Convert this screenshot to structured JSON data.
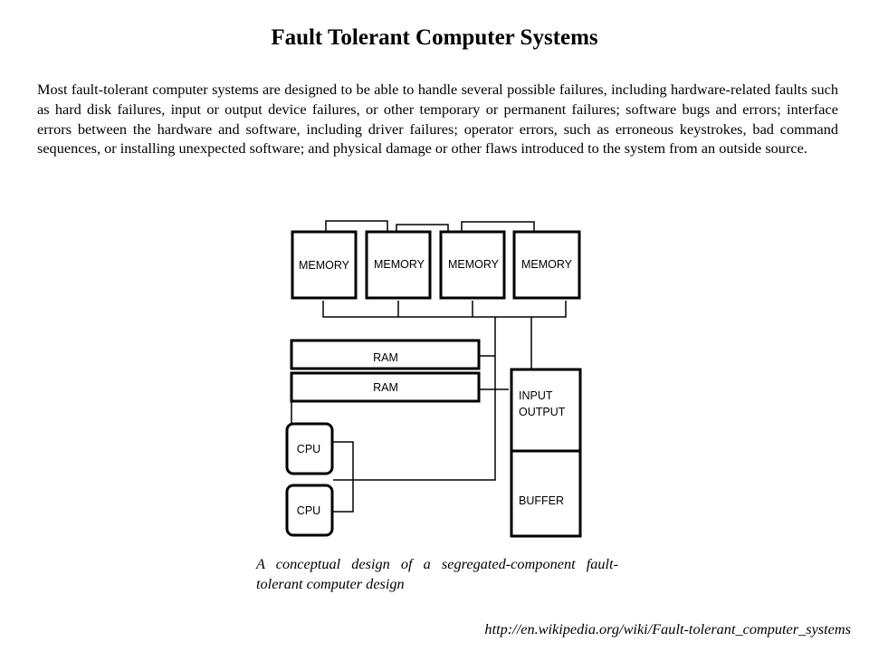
{
  "title": "Fault Tolerant Computer Systems",
  "paragraph": "Most fault-tolerant computer systems are designed to be able to handle several possible failures, including hardware-related faults such as hard disk failures, input or output device failures, or other temporary or permanent failures; software bugs and errors; interface errors between the hardware and software, including driver failures; operator errors, such as erroneous keystrokes, bad command sequences, or installing unexpected software; and physical damage or other flaws introduced to the system from an outside source.",
  "diagram": {
    "memory_labels": [
      "MEMORY",
      "MEMORY",
      "MEMORY",
      "MEMORY"
    ],
    "ram_labels": [
      "RAM",
      "RAM"
    ],
    "cpu_labels": [
      "CPU",
      "CPU"
    ],
    "io_label_line1": "INPUT",
    "io_label_line2": "OUTPUT",
    "buffer_label": "BUFFER"
  },
  "caption": "A conceptual design of a segregated-component fault-tolerant computer design",
  "source_url": "http://en.wikipedia.org/wiki/Fault-tolerant_computer_systems"
}
